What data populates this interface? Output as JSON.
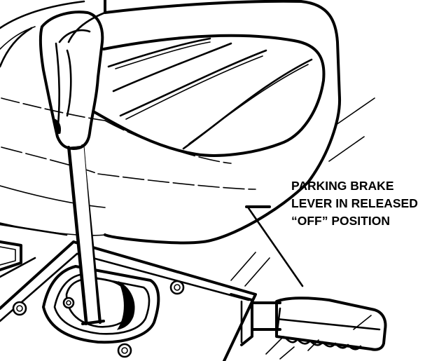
{
  "callout": {
    "lines": [
      "PARKING BRAKE",
      "LEVER IN RELEASED",
      "“OFF” POSITION"
    ]
  },
  "colors": {
    "ink": "#000000",
    "paper": "#ffffff"
  }
}
